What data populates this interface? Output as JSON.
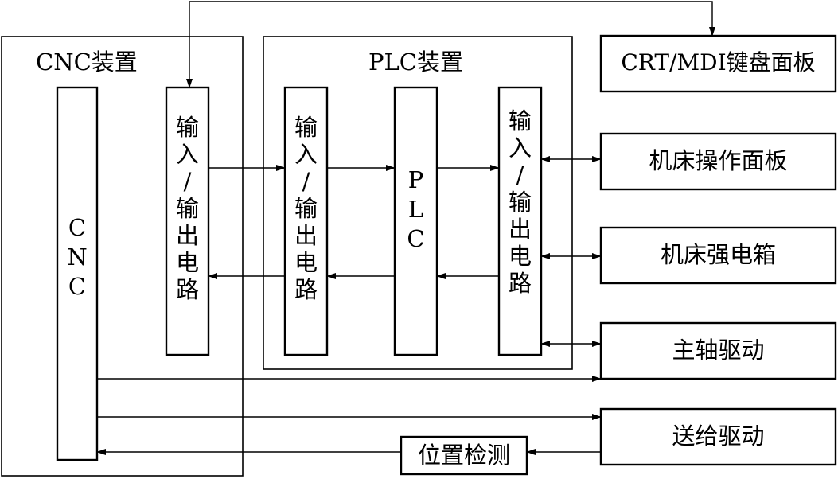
{
  "labels": {
    "cnc_device": "CNC装置",
    "plc_device": "PLC装置",
    "cnc_core": "CNC",
    "plc_core": "PLC",
    "cnc_io_circuit": "输入/输出电路",
    "plc_io_left": "输入/输出电路",
    "plc_io_right": "输入/输出电路",
    "crt_mdi_panel": "CRT/MDI键盘面板",
    "machine_panel": "机床操作面板",
    "power_cabinet": "机床强电箱",
    "spindle_drive": "主轴驱动",
    "feed_drive": "送给驱动",
    "position_detect": "位置检测"
  },
  "colors": {
    "line": "#000000",
    "frame": "#444444",
    "background": "#ffffff"
  }
}
